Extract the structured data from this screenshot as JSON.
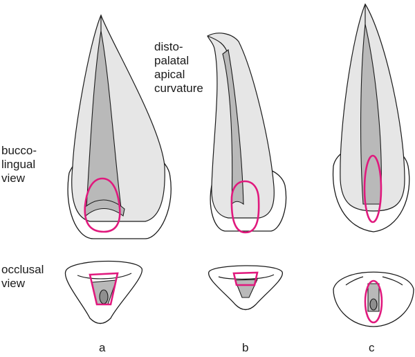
{
  "labels": {
    "curvature": [
      "disto-",
      "palatal",
      "apical",
      "curvature"
    ],
    "bucco_lingual_view": [
      "bucco-",
      "lingual",
      "view"
    ],
    "occlusal_view": [
      "occlusal",
      "view"
    ]
  },
  "panels": [
    "a",
    "b",
    "c"
  ],
  "colors": {
    "access_outline": "#e0197d",
    "root": "#e6e6e6",
    "canal": "#b9b9b9",
    "stroke": "#1a1a1a"
  }
}
